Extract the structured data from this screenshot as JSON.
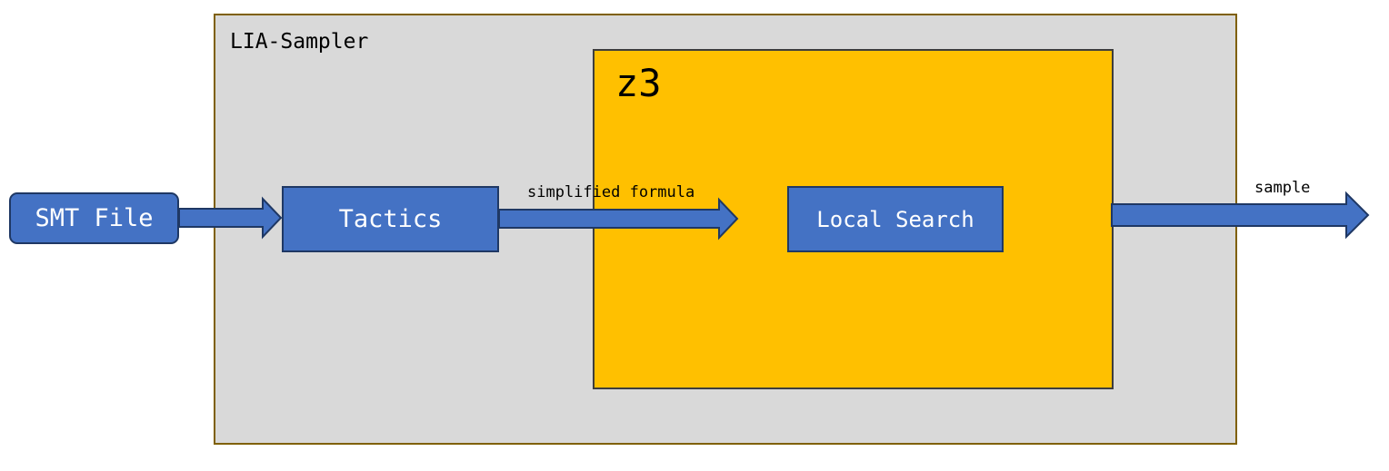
{
  "diagram": {
    "outer_container": {
      "title": "LIA-Sampler",
      "fill": "#d9d9d9",
      "border": "#7f6000"
    },
    "inner_container": {
      "title": "z3",
      "fill": "#ffc000",
      "border": "#3d3d3d"
    },
    "nodes": {
      "smt_file": "SMT File",
      "tactics": "Tactics",
      "local_search": "Local Search"
    },
    "edges": {
      "smt_to_tactics": "",
      "tactics_to_z3": "simplified formula",
      "z3_to_output": "sample"
    },
    "colors": {
      "node_fill": "#4472c4",
      "node_border": "#1f3864",
      "arrow_fill": "#4472c4",
      "arrow_border": "#1f3864"
    }
  }
}
